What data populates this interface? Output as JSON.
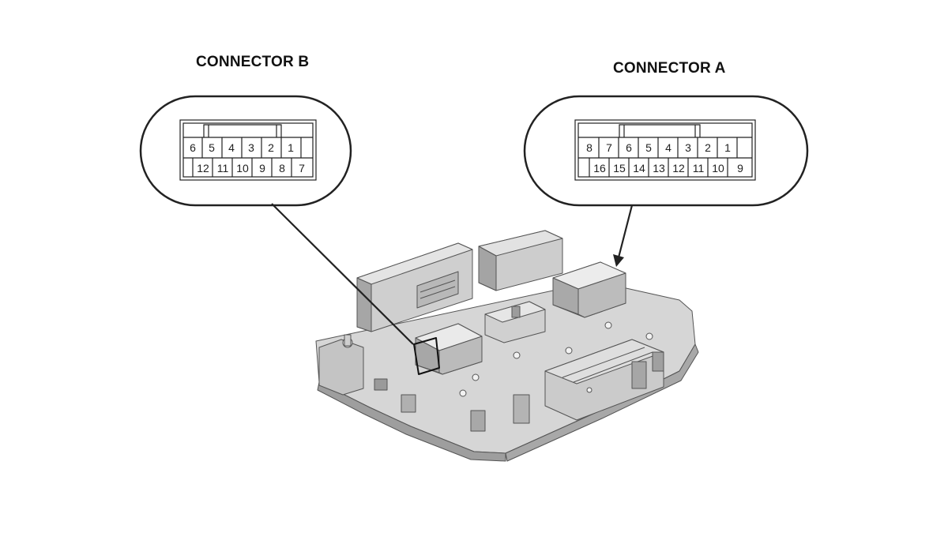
{
  "connector_b": {
    "title": "CONNECTOR B",
    "top_row": [
      "6",
      "5",
      "4",
      "3",
      "2",
      "1"
    ],
    "bottom_row": [
      "12",
      "11",
      "10",
      "9",
      "8",
      "7"
    ]
  },
  "connector_a": {
    "title": "CONNECTOR A",
    "top_row": [
      "8",
      "7",
      "6",
      "5",
      "4",
      "3",
      "2",
      "1"
    ],
    "bottom_row": [
      "16",
      "15",
      "14",
      "13",
      "12",
      "11",
      "10",
      "9"
    ]
  },
  "colors": {
    "line": "#222222",
    "body_light": "#d9d9d9",
    "body_mid": "#bdbdbd",
    "body_dark": "#8f8f8f"
  }
}
